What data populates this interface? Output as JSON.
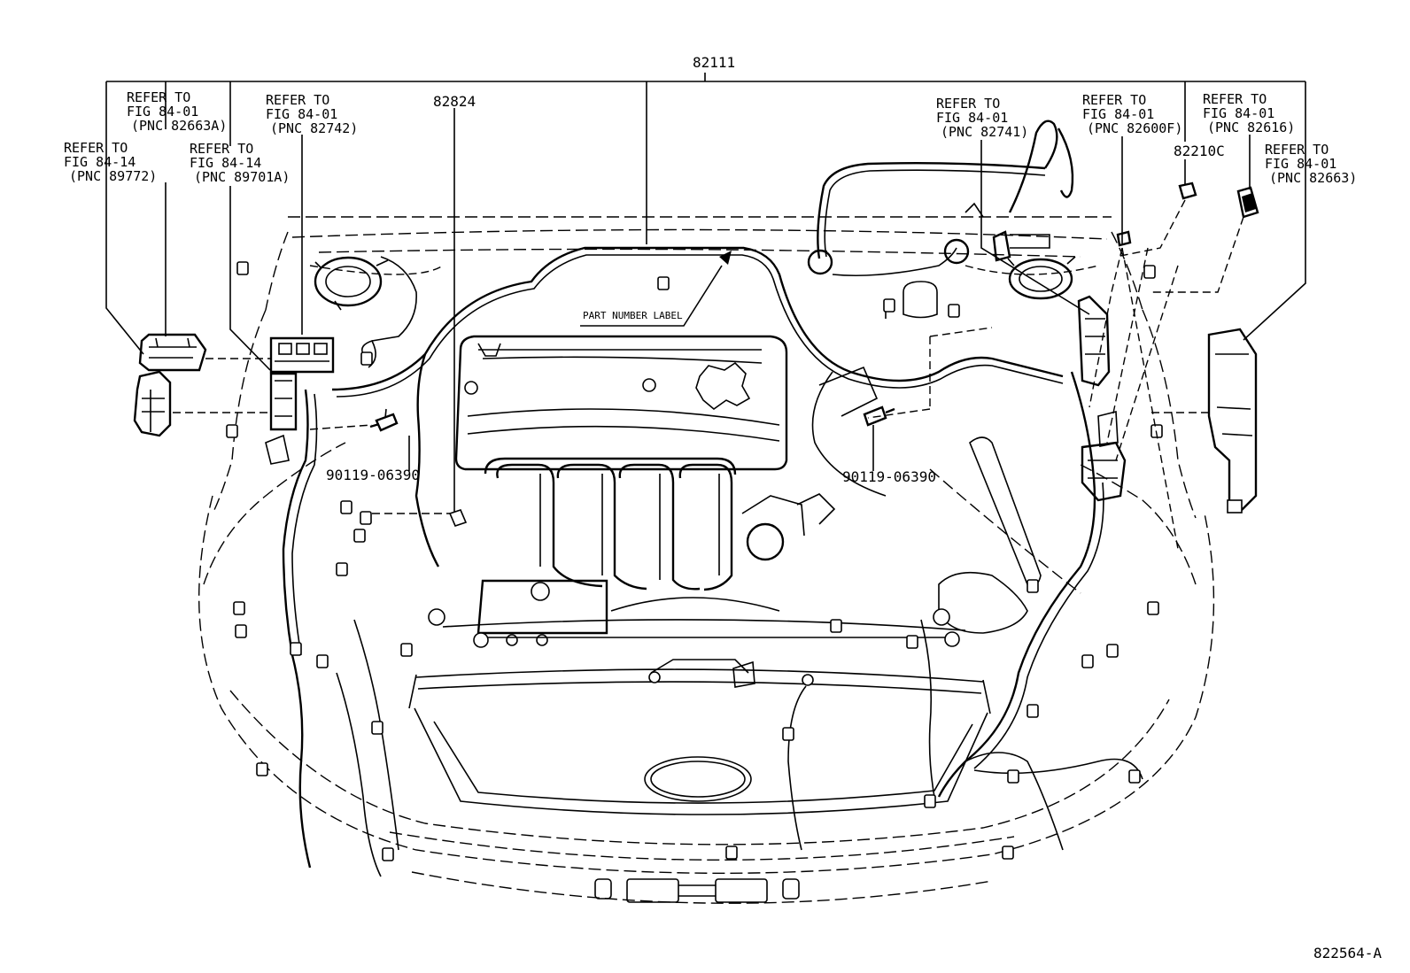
{
  "callouts": {
    "main_harness": "82111",
    "sub_harness": "82824",
    "connector_c": "82210C",
    "bolt_left": "90119-06390",
    "bolt_right": "90119-06390",
    "label_tag": "PART NUMBER LABEL",
    "figure_id": "822564-A"
  },
  "references": [
    {
      "line1": "REFER TO",
      "line2": "FIG 84-14",
      "line3": "(PNC 89772)"
    },
    {
      "line1": "REFER TO",
      "line2": "FIG 84-01",
      "line3": "(PNC 82663A)"
    },
    {
      "line1": "REFER TO",
      "line2": "FIG 84-14",
      "line3": "(PNC 89701A)"
    },
    {
      "line1": "REFER TO",
      "line2": "FIG 84-01",
      "line3": "(PNC 82742)"
    },
    {
      "line1": "REFER TO",
      "line2": "FIG 84-01",
      "line3": "(PNC 82741)"
    },
    {
      "line1": "REFER TO",
      "line2": "FIG 84-01",
      "line3": "(PNC 82600F)"
    },
    {
      "line1": "REFER TO",
      "line2": "FIG 84-01",
      "line3": "(PNC 82616)"
    },
    {
      "line1": "REFER TO",
      "line2": "FIG 84-01",
      "line3": "(PNC 82663)"
    }
  ]
}
